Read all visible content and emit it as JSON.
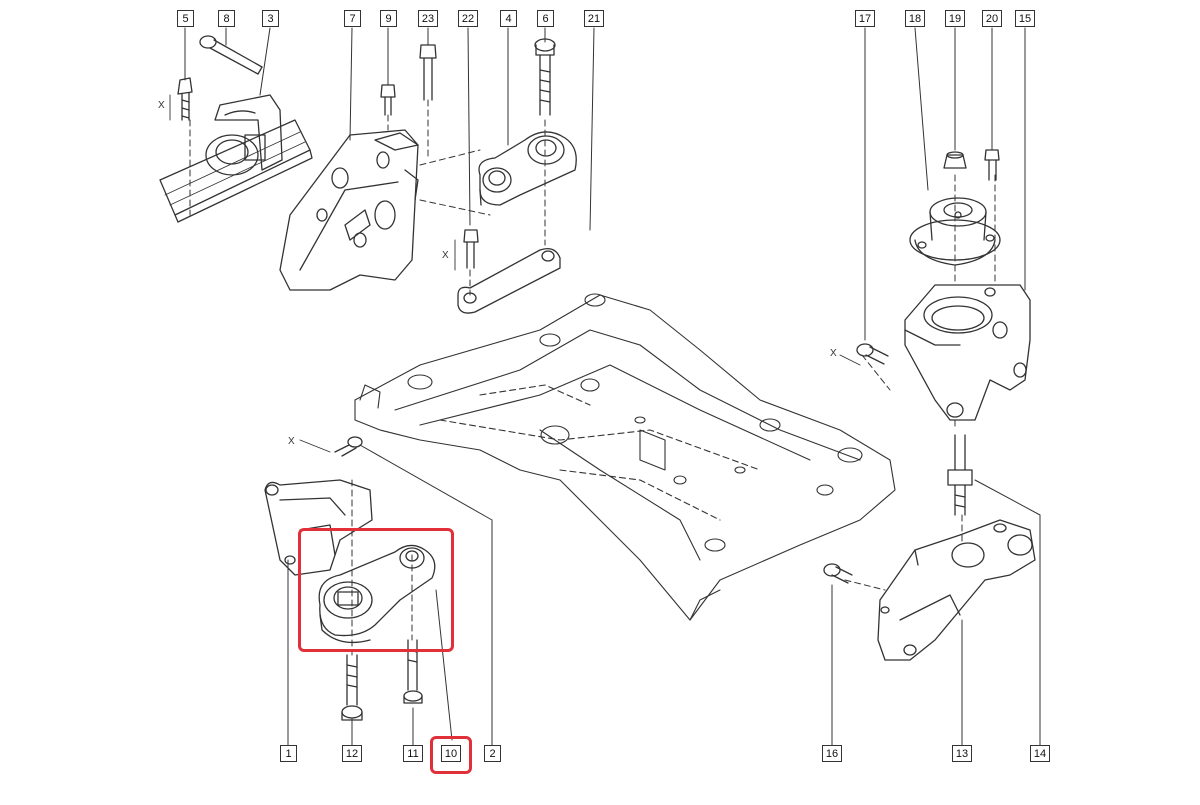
{
  "diagram": {
    "part_labels": [
      {
        "id": "p5",
        "text": "5"
      },
      {
        "id": "p8",
        "text": "8"
      },
      {
        "id": "p3",
        "text": "3"
      },
      {
        "id": "p7",
        "text": "7"
      },
      {
        "id": "p9",
        "text": "9"
      },
      {
        "id": "p23",
        "text": "23"
      },
      {
        "id": "p22",
        "text": "22"
      },
      {
        "id": "p4",
        "text": "4"
      },
      {
        "id": "p6",
        "text": "6"
      },
      {
        "id": "p21",
        "text": "21"
      },
      {
        "id": "p17",
        "text": "17"
      },
      {
        "id": "p18",
        "text": "18"
      },
      {
        "id": "p19",
        "text": "19"
      },
      {
        "id": "p20",
        "text": "20"
      },
      {
        "id": "p15",
        "text": "15"
      },
      {
        "id": "p1",
        "text": "1"
      },
      {
        "id": "p12",
        "text": "12"
      },
      {
        "id": "p11",
        "text": "11"
      },
      {
        "id": "p10",
        "text": "10"
      },
      {
        "id": "p2",
        "text": "2"
      },
      {
        "id": "p16",
        "text": "16"
      },
      {
        "id": "p13",
        "text": "13"
      },
      {
        "id": "p14",
        "text": "14"
      }
    ],
    "axis_marks": [
      "X",
      "X",
      "X",
      "X"
    ],
    "highlight_color": "#e0303a",
    "line_color": "#333333",
    "highlighted_part": "10"
  }
}
